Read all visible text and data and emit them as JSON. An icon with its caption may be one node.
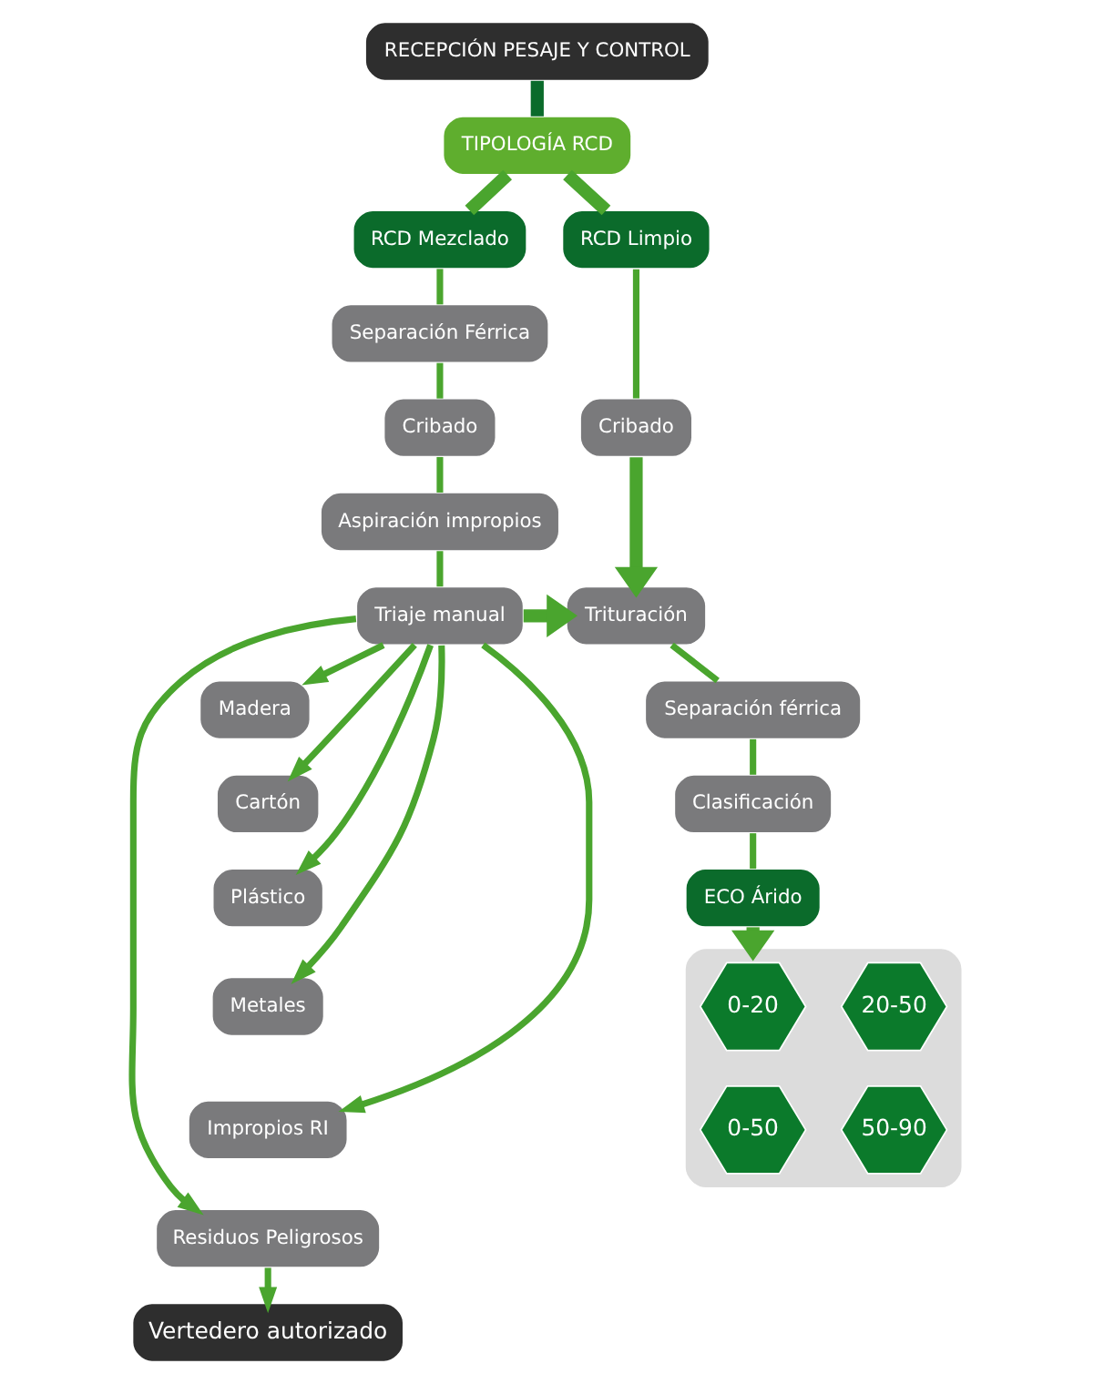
{
  "diagram": {
    "nodes": [
      {
        "text": [
          "RECEPCIÓN PESAJE Y CONTROL"
        ]
      },
      {
        "text": [
          "TIPOLOGÍA RCD"
        ]
      },
      {
        "text": [
          "RCD Mezclado"
        ]
      },
      {
        "text": [
          "RCD Limpio"
        ]
      },
      {
        "text": [
          "Separación Férrica"
        ]
      },
      {
        "text": [
          "Cribado"
        ]
      },
      {
        "text": [
          "Aspiración impropios"
        ]
      },
      {
        "text": [
          "Triaje manual"
        ]
      },
      {
        "text": [
          "Cribado"
        ]
      },
      {
        "text": [
          "Trituración"
        ]
      },
      {
        "text": [
          "Separación férrica"
        ]
      },
      {
        "text": [
          "Clasificación"
        ]
      },
      {
        "text": [
          "ECO Árido"
        ]
      },
      {
        "text": [
          "Madera"
        ]
      },
      {
        "text": [
          "Cartón"
        ]
      },
      {
        "text": [
          "Plástico"
        ]
      },
      {
        "text": [
          "Metales"
        ]
      },
      {
        "text": [
          "Impropios RI"
        ]
      },
      {
        "text": [
          "Residuos Peligrosos"
        ]
      },
      {
        "text": [
          "Vertedero autorizado"
        ]
      },
      {
        "text": [],
        "shape": "box"
      },
      {
        "text": [
          "0-20"
        ],
        "in": 20
      },
      {
        "text": [
          "20-50"
        ],
        "in": 20
      },
      {
        "text": [
          "0-50"
        ],
        "in": 20
      },
      {
        "text": [
          "50-90"
        ],
        "in": 20
      }
    ],
    "edges": [
      {
        "from": 0,
        "to": 1,
        "arrow": "none",
        "style": "thick",
        "color": "#0b6b2b"
      },
      {
        "from": 1,
        "to": 2,
        "arrow": "none",
        "style": "thick"
      },
      {
        "from": 1,
        "to": 3,
        "arrow": "none",
        "style": "thick"
      },
      {
        "from": 2,
        "to": 4,
        "arrow": "none"
      },
      {
        "from": 4,
        "to": 5,
        "arrow": "none"
      },
      {
        "from": 5,
        "to": 6,
        "arrow": "none"
      },
      {
        "from": 6,
        "to": 7,
        "arrow": "none"
      },
      {
        "from": 3,
        "to": 8,
        "arrow": "none"
      },
      {
        "from": 7,
        "to": 9,
        "arrow": "to",
        "style": "thick"
      },
      {
        "from": 8,
        "to": 9,
        "arrow": "to",
        "style": "thick"
      },
      {
        "from": 9,
        "to": 10,
        "arrow": "none"
      },
      {
        "from": 10,
        "to": 11,
        "arrow": "none"
      },
      {
        "from": 11,
        "to": 12,
        "arrow": "none"
      },
      {
        "from": 12,
        "to": 20,
        "arrow": "to",
        "style": "thick"
      },
      {
        "from": 7,
        "to": 13,
        "arrow": "to"
      },
      {
        "from": 7,
        "to": 14,
        "arrow": "to"
      },
      {
        "from": 7,
        "to": 15,
        "arrow": "to"
      },
      {
        "from": 7,
        "to": 16,
        "arrow": "to"
      },
      {
        "from": 7,
        "to": 17,
        "arrow": "to"
      },
      {
        "from": 7,
        "to": 18,
        "arrow": "to"
      },
      {
        "from": 18,
        "to": 19,
        "arrow": "to"
      }
    ]
  }
}
